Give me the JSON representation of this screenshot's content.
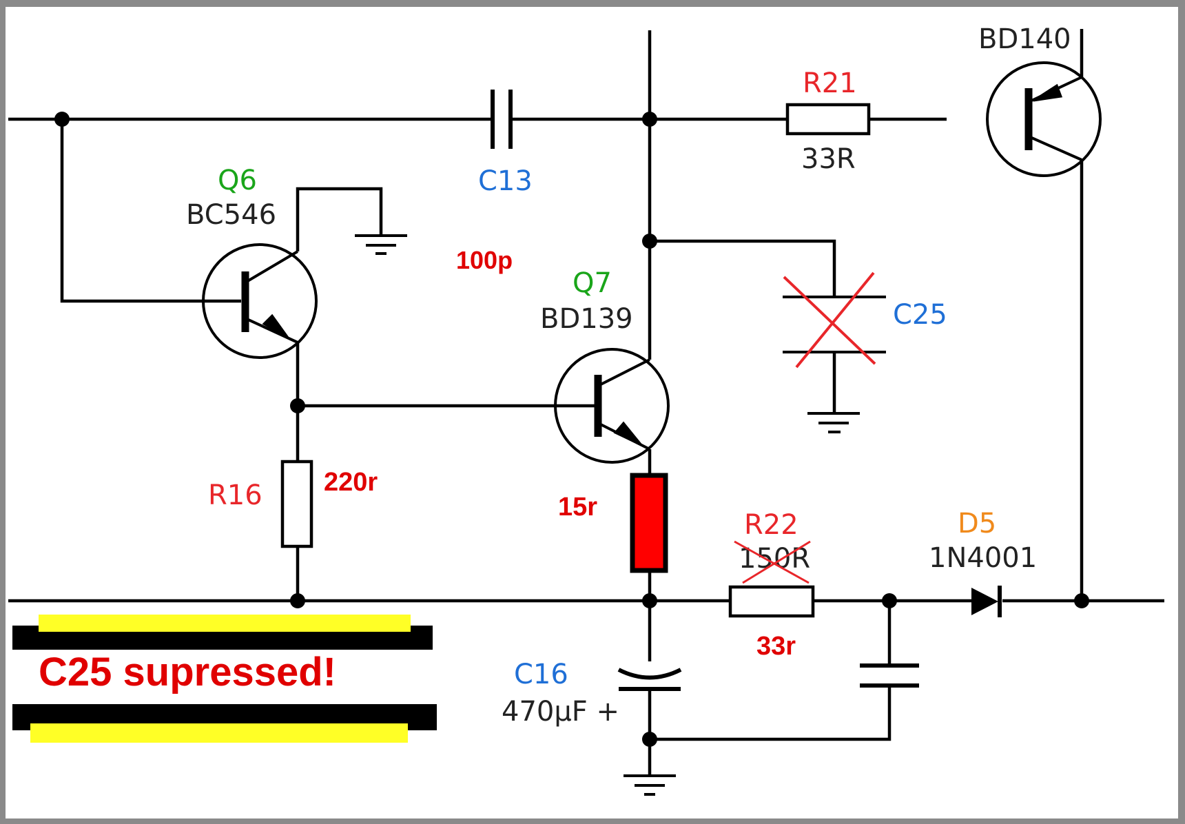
{
  "colors": {
    "wire": "#000000",
    "ref_red": "#e8262a",
    "ref_green": "#1aa51a",
    "ref_blue": "#1f6fd6",
    "ref_orange": "#f08a1c",
    "note_red": "#e00000",
    "highlight_yellow": "#ffff26",
    "bar_black": "#000000",
    "resistor_fill_red": "#ff0000",
    "frame_gray": "#8a8a8a"
  },
  "components": {
    "q6": {
      "ref": "Q6",
      "part": "BC546"
    },
    "q7": {
      "ref": "Q7",
      "part": "BD139"
    },
    "q8": {
      "part": "BD140"
    },
    "c13": {
      "ref": "C13",
      "value_note": "100p"
    },
    "c25": {
      "ref": "C25"
    },
    "c16": {
      "ref": "C16",
      "value": "470µF +"
    },
    "r21": {
      "ref": "R21",
      "value": "33R"
    },
    "r16": {
      "ref": "R16",
      "value_note": "220r"
    },
    "r_emitter": {
      "value_note": "15r"
    },
    "r22": {
      "ref": "R22",
      "value": "150R",
      "value_note": "33r"
    },
    "d5": {
      "ref": "D5",
      "part": "1N4001"
    }
  },
  "banner": {
    "text": "C25 supressed!"
  }
}
